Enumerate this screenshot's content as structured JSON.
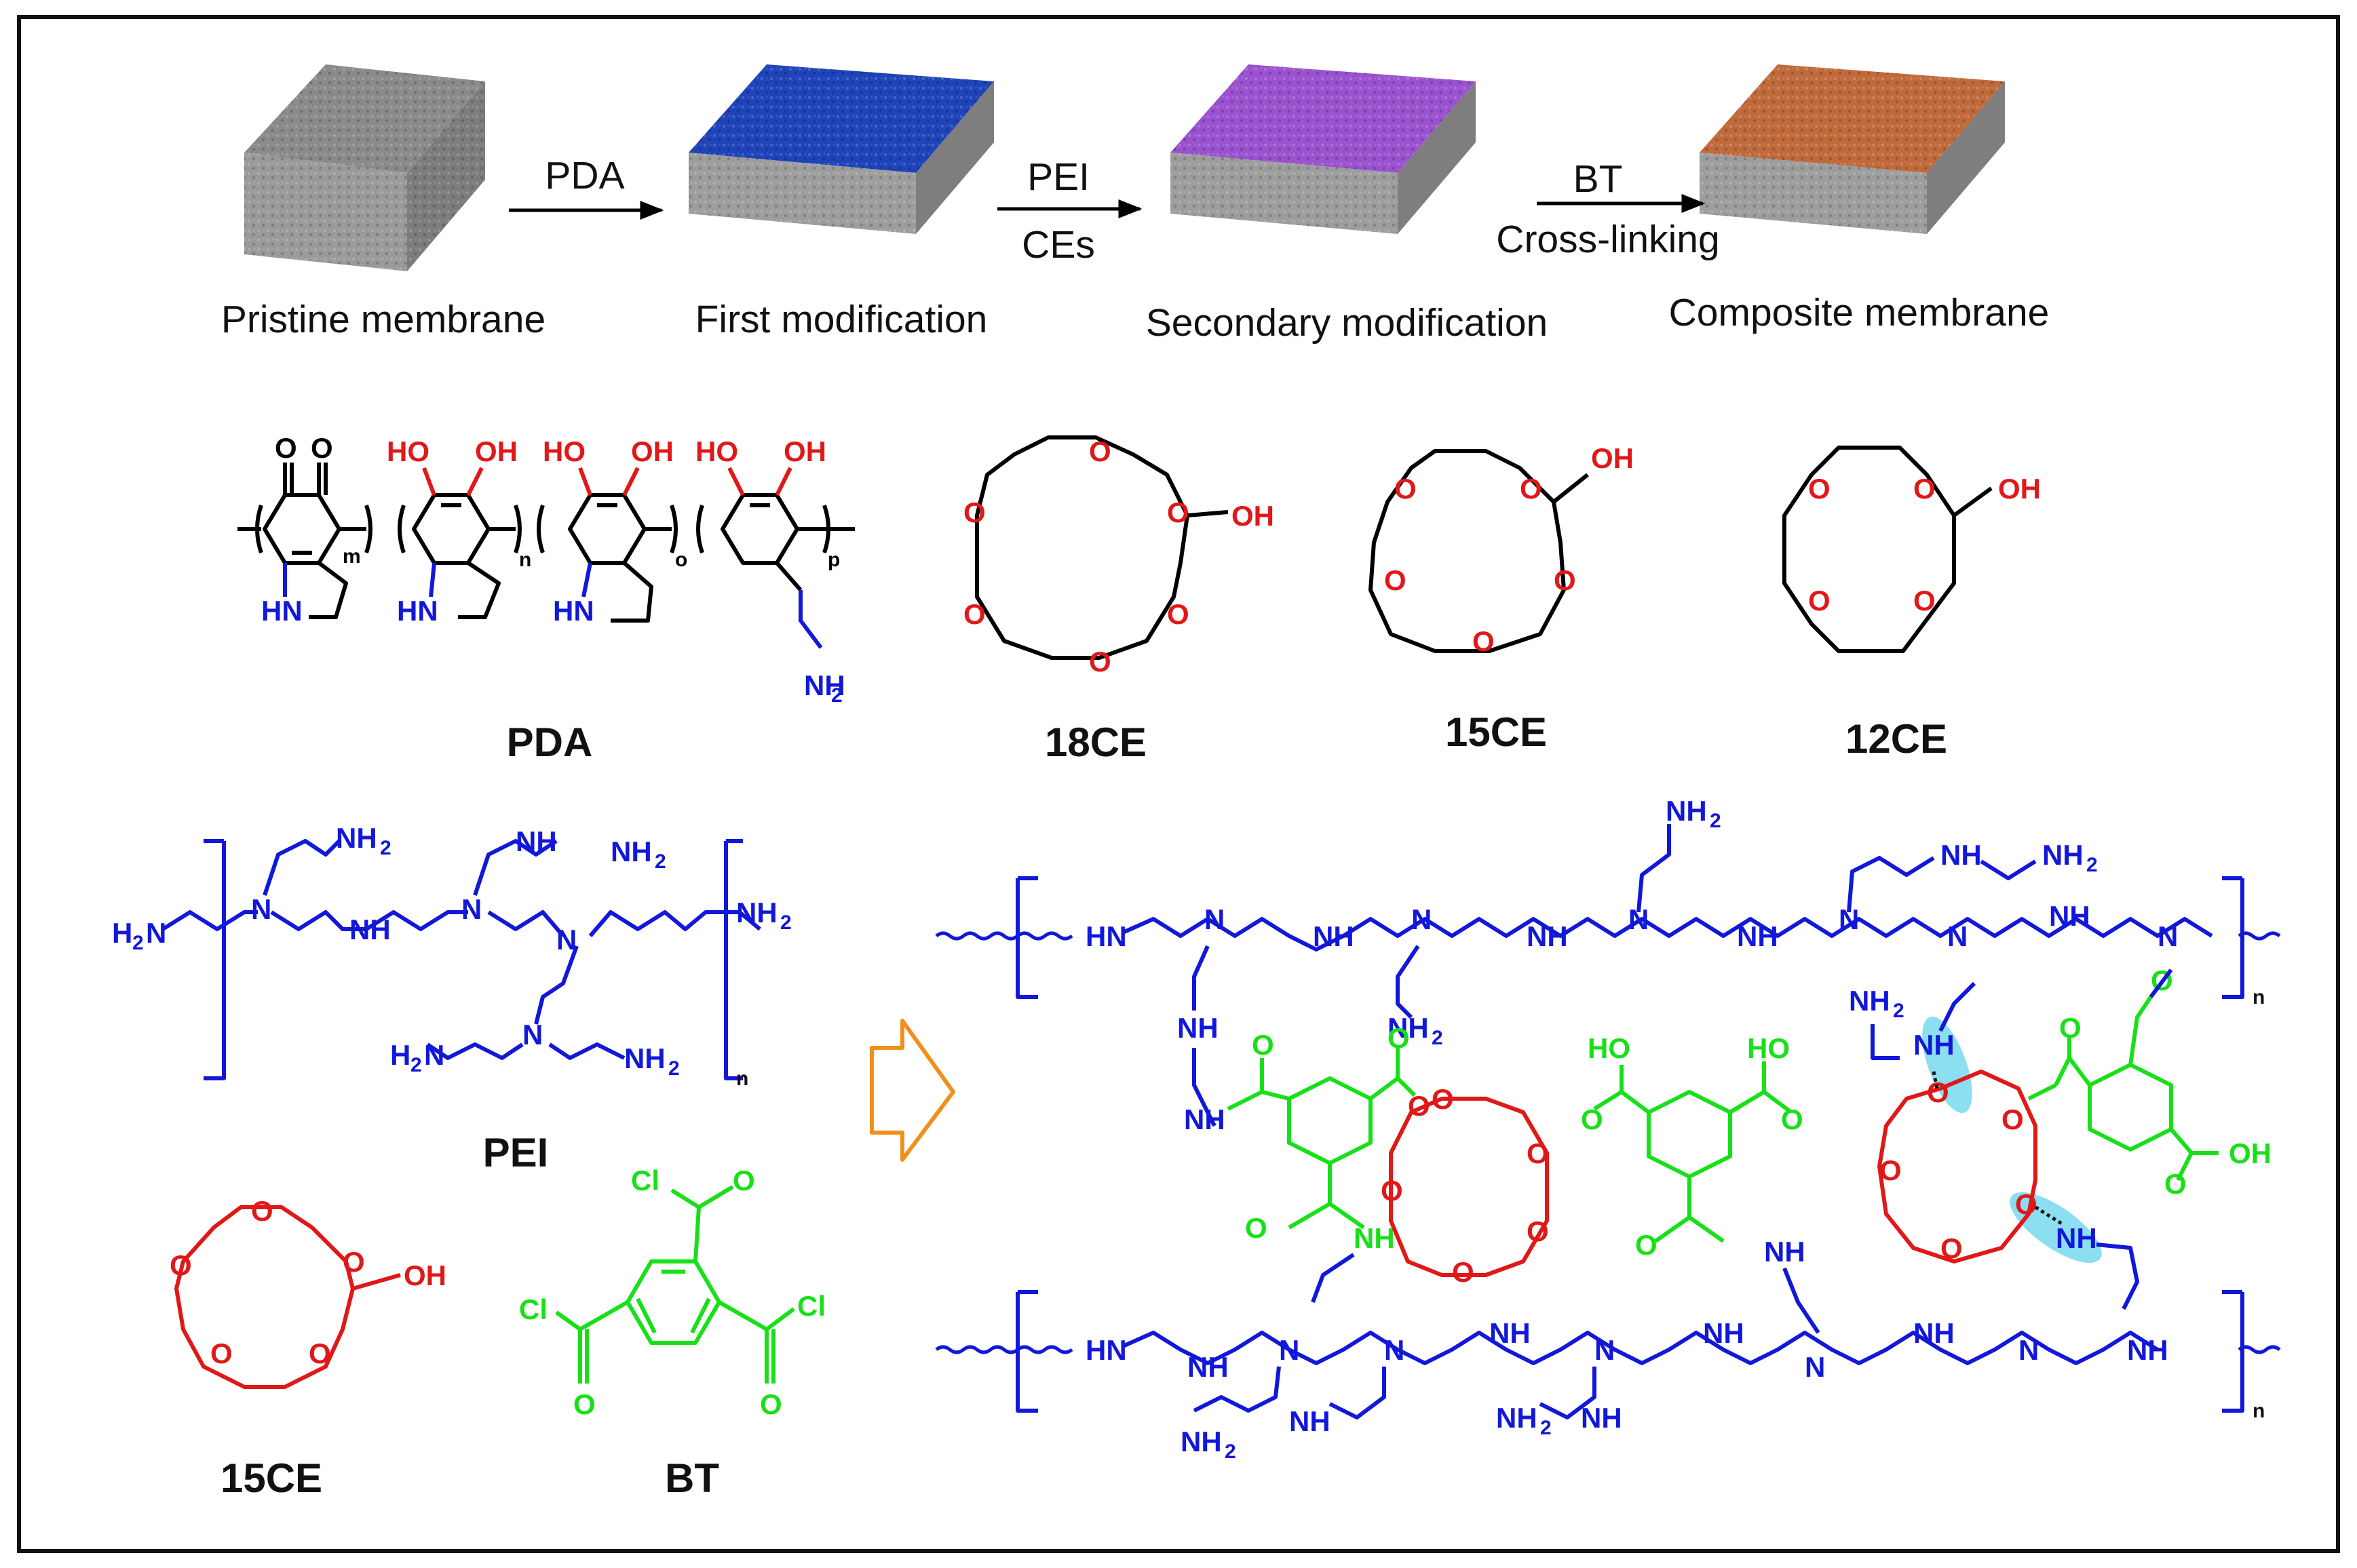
{
  "process": {
    "steps": [
      "Pristine membrane",
      "First modification",
      "Secondary modification",
      "Composite membrane"
    ],
    "step_colors": [
      "#8a8a8a",
      "#1f43b8",
      "#9a52cf",
      "#c06a3c"
    ],
    "arrow1": {
      "top": "PDA"
    },
    "arrow2": {
      "top": "PEI",
      "bottom": "CEs"
    },
    "arrow3": {
      "top": "BT",
      "bottom": "Cross-linking"
    }
  },
  "molecules": {
    "pda": {
      "title": "PDA",
      "hydroxyl": "HO",
      "oh": "OH",
      "o": "O",
      "hn": "HN",
      "nh": "NH",
      "sub_m": "m",
      "sub_n": "n",
      "sub_o": "o",
      "sub_p": "p"
    },
    "ce18": {
      "title": "18CE",
      "o": "O",
      "oh": "OH"
    },
    "ce15": {
      "title": "15CE",
      "o": "O",
      "oh": "OH"
    },
    "ce12": {
      "title": "12CE",
      "o": "O",
      "oh": "OH"
    },
    "pei": {
      "title": "PEI",
      "n": "N",
      "h": "H",
      "nh": "NH",
      "h2n": "H",
      "sub2": "2",
      "sub_n": "n"
    },
    "bt": {
      "title": "BT",
      "cl": "Cl",
      "o": "O"
    },
    "ce15b": {
      "title": "15CE",
      "o": "O",
      "oh": "OH"
    }
  },
  "network": {
    "n": "N",
    "nh": "NH",
    "hn": "HN",
    "h": "H",
    "o": "O",
    "oh": "OH",
    "ho": "HO",
    "sub2": "2",
    "sub_n": "n"
  },
  "colors": {
    "backbone": "#000000",
    "pei": "#1218d9",
    "crown_ether": "#e01818",
    "bt": "#18e018",
    "arrow": "#f0901c",
    "hbond": "#6fd6ee"
  }
}
